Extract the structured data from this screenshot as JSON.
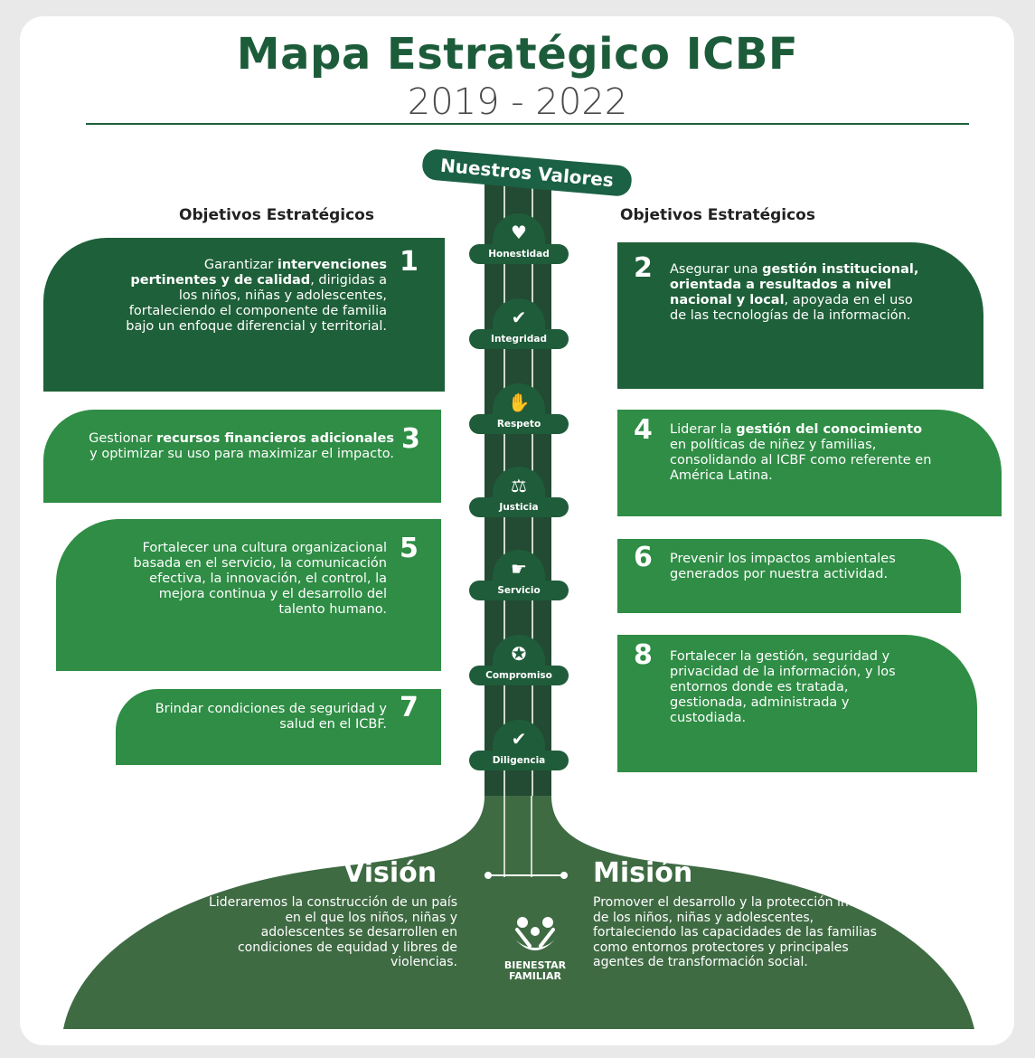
{
  "header": {
    "title": "Mapa Estratégico ICBF",
    "years": "2019 - 2022"
  },
  "valores_label": "Nuestros Valores",
  "objectives_heading_left": "Objetivos Estratégicos",
  "objectives_heading_right": "Objetivos Estratégicos",
  "values": [
    {
      "label": "Honestidad",
      "icon": "heart-hand-icon"
    },
    {
      "label": "Integridad",
      "icon": "shield-check-icon"
    },
    {
      "label": "Respeto",
      "icon": "handshake-icon"
    },
    {
      "label": "Justicia",
      "icon": "scales-icon"
    },
    {
      "label": "Servicio",
      "icon": "hand-icon"
    },
    {
      "label": "Compromiso",
      "icon": "medal-icon"
    },
    {
      "label": "Diligencia",
      "icon": "check-circle-icon"
    }
  ],
  "objectives": [
    {
      "num": "1",
      "pre": "Garantizar ",
      "bold": "intervenciones pertinentes y de calidad",
      "post": ", dirigidas a los niños, niñas y adolescentes, fortaleciendo el componente de familia bajo un enfoque diferencial y territorial."
    },
    {
      "num": "2",
      "pre": "Asegurar una ",
      "bold": "gestión institucional, orientada a resultados a nivel nacional y local",
      "post": ", apoyada en el uso de las tecnologías de la información."
    },
    {
      "num": "3",
      "pre": "Gestionar ",
      "bold": "recursos financieros adicionales",
      "post": " y optimizar su uso para maximizar el impacto."
    },
    {
      "num": "4",
      "pre": "Liderar la ",
      "bold": "gestión del conocimiento",
      "post": " en políticas de niñez y familias, consolidando al ICBF como referente en América Latina."
    },
    {
      "num": "5",
      "pre": "Fortalecer una cultura organizacional basada en el servicio, la comunicación efectiva, la innovación, el control, la mejora continua y el desarrollo del talento humano.",
      "bold": "",
      "post": ""
    },
    {
      "num": "6",
      "pre": "Prevenir los impactos ambientales generados por nuestra actividad.",
      "bold": "",
      "post": ""
    },
    {
      "num": "7",
      "pre": "Brindar condiciones de seguridad y salud en el ICBF.",
      "bold": "",
      "post": ""
    },
    {
      "num": "8",
      "pre": "Fortalecer la gestión, seguridad y privacidad de la información, y los entornos donde es tratada, gestionada, administrada y custodiada.",
      "bold": "",
      "post": ""
    }
  ],
  "vision": {
    "title": "Visión",
    "text": "Lideraremos la construcción de un país en el que los niños, niñas y adolescentes se desarrollen en condiciones de equidad y libres de violencias."
  },
  "mision": {
    "title": "Misión",
    "text": "Promover el desarrollo y la protección integral de los niños, niñas y adolescentes, fortaleciendo las capacidades de las familias como entornos protectores y principales agentes de transformación social."
  },
  "logo": {
    "line1": "BIENESTAR",
    "line2": "FAMILIAR"
  },
  "colors": {
    "dark_green": "#1e6039",
    "light_green": "#2f8d45",
    "trunk": "#234a32",
    "ground": "#3f6b43"
  }
}
